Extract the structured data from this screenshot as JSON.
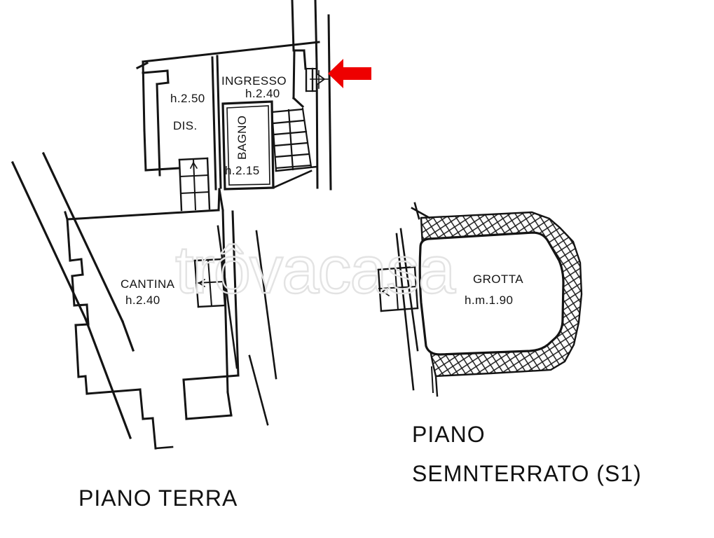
{
  "document": {
    "kind": "floor-plan",
    "language": "it",
    "background_color": "#ffffff",
    "ink_color": "#151515"
  },
  "watermark": {
    "text": "trôvacasa",
    "color": "#e3e3e3"
  },
  "marker": {
    "name": "entrance-arrow",
    "direction": "left",
    "color": "#ee0000",
    "points_to": "INGRESSO"
  },
  "floors": [
    {
      "id": "piano-terra",
      "title": "PIANO TERRA",
      "rooms": [
        {
          "name": "INGRESSO",
          "height_label": "h.2.40"
        },
        {
          "name": "DIS.",
          "height_label": "h.2.50"
        },
        {
          "name": "BAGNO",
          "height_label": "h.2.15",
          "orientation": "vertical"
        },
        {
          "name": "CANTINA",
          "height_label": "h.2.40"
        }
      ]
    },
    {
      "id": "piano-seminterrato",
      "title_line1": "PIANO",
      "title_line2": "SEMNTERRATO (S1)",
      "rooms": [
        {
          "name": "GROTTA",
          "height_label": "h.m.1.90"
        }
      ]
    }
  ],
  "labels": {
    "ingresso": "INGRESSO",
    "ingresso_h": "h.2.40",
    "dis": "DIS.",
    "dis_h": "h.2.50",
    "bagno": "BAGNO",
    "bagno_h": "h.2.15",
    "cantina": "CANTINA",
    "cantina_h": "h.2.40",
    "grotta": "GROTTA",
    "grotta_h": "h.m.1.90",
    "piano_terra": "PIANO TERRA",
    "piano_semi_1": "PIANO",
    "piano_semi_2": "SEMNTERRATO (S1)"
  }
}
